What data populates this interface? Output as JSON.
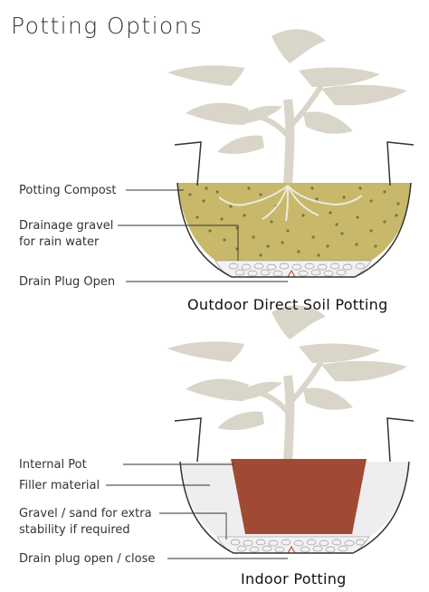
{
  "title": "Potting Options",
  "outdoor": {
    "caption": "Outdoor Direct Soil Potting",
    "labels": {
      "potting_compost": "Potting Compost",
      "drainage_gravel_1": "Drainage gravel",
      "drainage_gravel_2": "for rain water",
      "drain_plug": "Drain Plug Open"
    }
  },
  "indoor": {
    "caption": "Indoor Potting",
    "labels": {
      "internal_pot": "Internal Pot",
      "filler": "Filler material",
      "gravel_1": "Gravel / sand for extra",
      "gravel_2": "stability if required",
      "drain_plug": "Drain plug open / close"
    }
  },
  "colors": {
    "compost": "#c8b86a",
    "compost_dots": "#6f6a3a",
    "plant": "#d9d5c8",
    "internal_pot": "#a04a35",
    "filler": "#eeeeee",
    "gravel": "#f2f2f2"
  }
}
